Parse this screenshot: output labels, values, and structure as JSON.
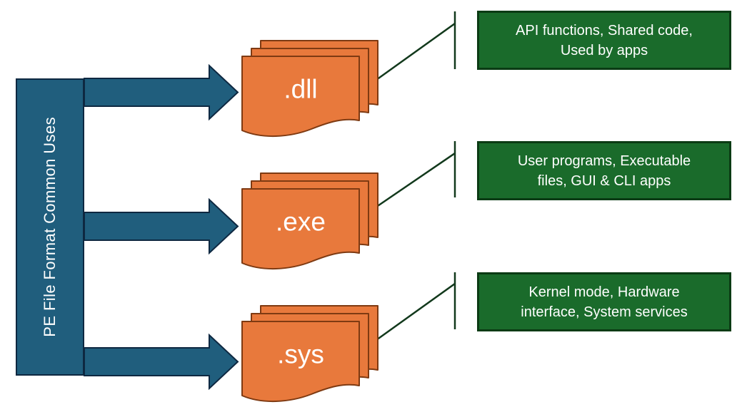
{
  "background_color": "#FFFFFF",
  "sidebar": {
    "label": "PE File Format Common Uses",
    "fill_color": "#205E7D",
    "border_color": "#0E2841",
    "text_color": "#FFFFFF"
  },
  "rows": [
    {
      "file_type": ".dll",
      "description": [
        "API functions, Shared code,",
        "Used by apps"
      ]
    },
    {
      "file_type": ".exe",
      "description": [
        "User programs, Executable",
        "files, GUI & CLI apps"
      ]
    },
    {
      "file_type": ".sys",
      "description": [
        "Kernel mode, Hardware",
        "interface, System services"
      ]
    }
  ],
  "shapes": {
    "arrow_fill": "#205E7D",
    "arrow_border": "#0E2841",
    "document_fill": "#E8793C",
    "document_border": "#7E3A12",
    "callout_fill": "#1A6B2B",
    "callout_border": "#0B3B14",
    "connector_color": "#12391C",
    "label_text_color": "#FFFFFF"
  }
}
